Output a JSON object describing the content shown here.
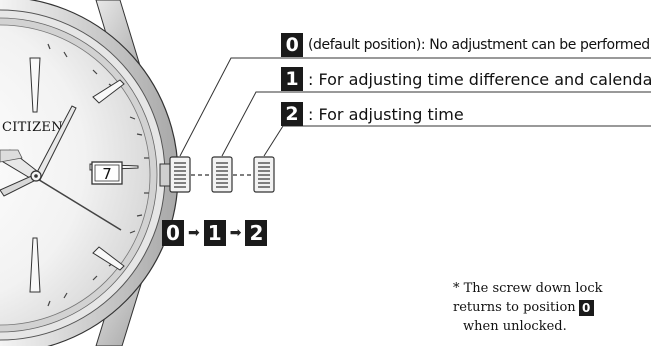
{
  "watch": {
    "brand": "CITIZEN",
    "date": "7"
  },
  "positions": [
    {
      "number": "0",
      "text": "(default position): No adjustment can be performed"
    },
    {
      "number": "1",
      "text": ": For adjusting time difference and calendar"
    },
    {
      "number": "2",
      "text": ": For adjusting time"
    }
  ],
  "sequence": [
    "0",
    "1",
    "2"
  ],
  "note": {
    "line1": "* The screw down lock returns to position",
    "line1_badge": "0",
    "line2": "when unlocked."
  }
}
